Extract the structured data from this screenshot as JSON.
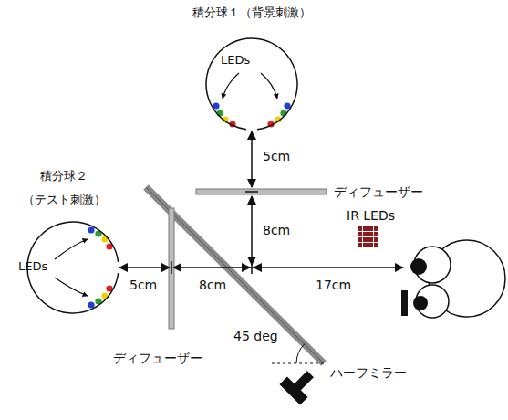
{
  "diagram": {
    "nodes": [
      {
        "text": [
          "積分球１（背景刺激）",
          "LEDs"
        ]
      },
      {
        "text": [
          "積分球２ （テスト刺激）",
          "LEDs"
        ]
      }
    ],
    "labels": [
      "5cm",
      "8cm",
      "ディフューザー",
      "IR LEDs",
      "5cm",
      "8cm",
      "17cm",
      "ディフューザー",
      "45 deg",
      "ハーフミラー"
    ]
  }
}
